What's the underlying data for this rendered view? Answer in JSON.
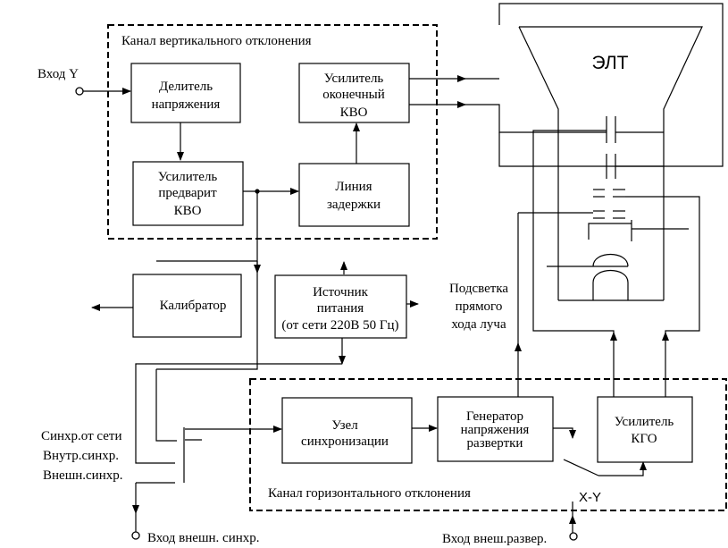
{
  "regions": {
    "vertical_channel": "Канал вертикального отклонения",
    "horizontal_channel": "Канал горизонтального отклонения"
  },
  "blocks": {
    "divider": [
      "Делитель",
      "напряжения"
    ],
    "preamp": [
      "Усилитель",
      "предварит",
      "КВО"
    ],
    "output_amp": [
      "Усилитель",
      "оконечный",
      "КВО"
    ],
    "delay_line": [
      "Линия",
      "задержки"
    ],
    "calibrator": [
      "Калибратор"
    ],
    "power_supply": [
      "Источник",
      "питания",
      "(от сети 220В 50 Гц)"
    ],
    "sync_unit": [
      "Узел",
      "синхронизации"
    ],
    "sweep_generator": [
      "Генератор",
      "напряжения",
      "развертки"
    ],
    "h_amp": [
      "Усилитель",
      "КГО"
    ]
  },
  "crt": {
    "label": "ЭЛТ"
  },
  "labels": {
    "input_y": "Вход Y",
    "beam_highlight": [
      "Подсветка",
      "прямого",
      "хода луча"
    ],
    "sync_options": [
      "Синхр.от сети",
      "Внутр.синхр.",
      "Внешн.синхр."
    ],
    "xy_switch": "X-Y",
    "ext_sync_input": "Вход внешн. синхр.",
    "ext_sweep_input": "Вход внеш.развер."
  }
}
